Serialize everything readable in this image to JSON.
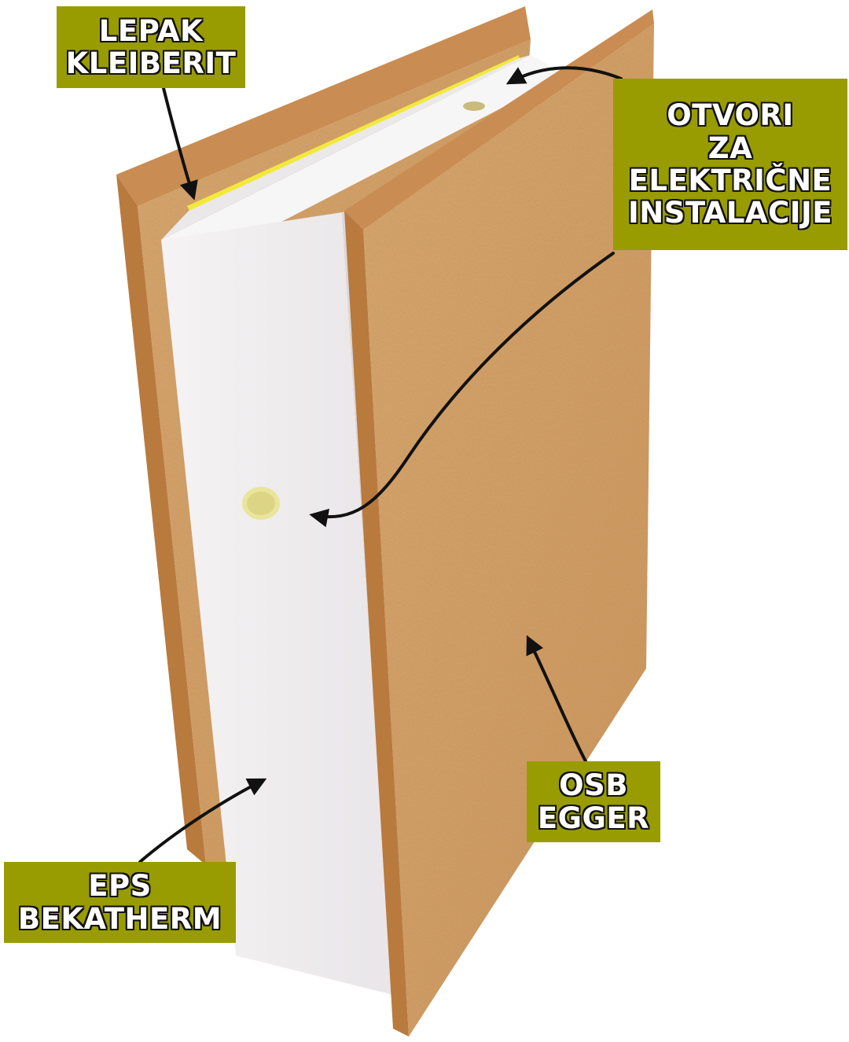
{
  "colors": {
    "osb_front": "#d7a165",
    "osb_edge": "#b97a3e",
    "eps_face": "#f3f1f2",
    "eps_shadow": "#dcd7da",
    "label_bg": "#999c00",
    "glue": "#f2e93a",
    "arrow": "#111111"
  },
  "labels": {
    "lepak": [
      "LEPAK",
      "KLEIBERIT"
    ],
    "otvori": [
      "OTVORI",
      "ZA",
      "ELEKTRIČNE",
      "INSTALACIJE"
    ],
    "osb": [
      "OSB",
      "EGGER"
    ],
    "eps": [
      "EPS",
      "BEKATHERM"
    ]
  }
}
